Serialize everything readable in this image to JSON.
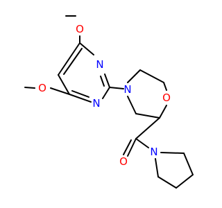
{
  "molecule": {
    "colors": {
      "bond": "#000000",
      "nitrogen": "#0000ff",
      "oxygen": "#ff0000",
      "background": "#ffffff"
    },
    "atoms": {
      "o_methoxy_top": "O",
      "n_pyrimidine_top": "N",
      "o_methoxy_left": "O",
      "n_pyrimidine_bottom": "N",
      "n_morpholine": "N",
      "o_morpholine": "O",
      "o_carbonyl": "O",
      "n_pyrrolidine": "N"
    }
  }
}
